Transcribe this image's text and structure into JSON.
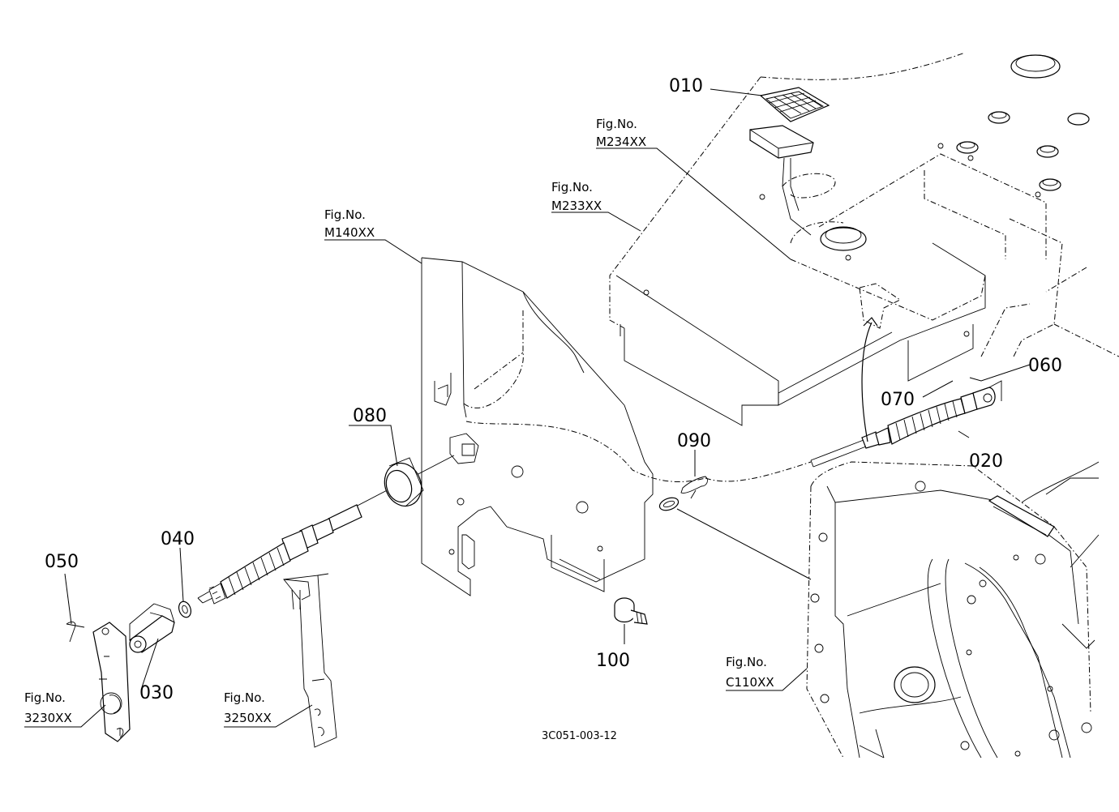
{
  "callouts": {
    "p010": "010",
    "p020": "020",
    "p030": "030",
    "p040": "040",
    "p050": "050",
    "p060": "060",
    "p070": "070",
    "p080": "080",
    "p090": "090",
    "p100": "100"
  },
  "figure_refs": {
    "fig_prefix": "Fig.No.",
    "m234": "M234XX",
    "m233": "M233XX",
    "m140": "M140XX",
    "c110": "C110XX",
    "f3230": "3230XX",
    "f3250": "3250XX"
  },
  "diagram_code": "3C051-003-12"
}
